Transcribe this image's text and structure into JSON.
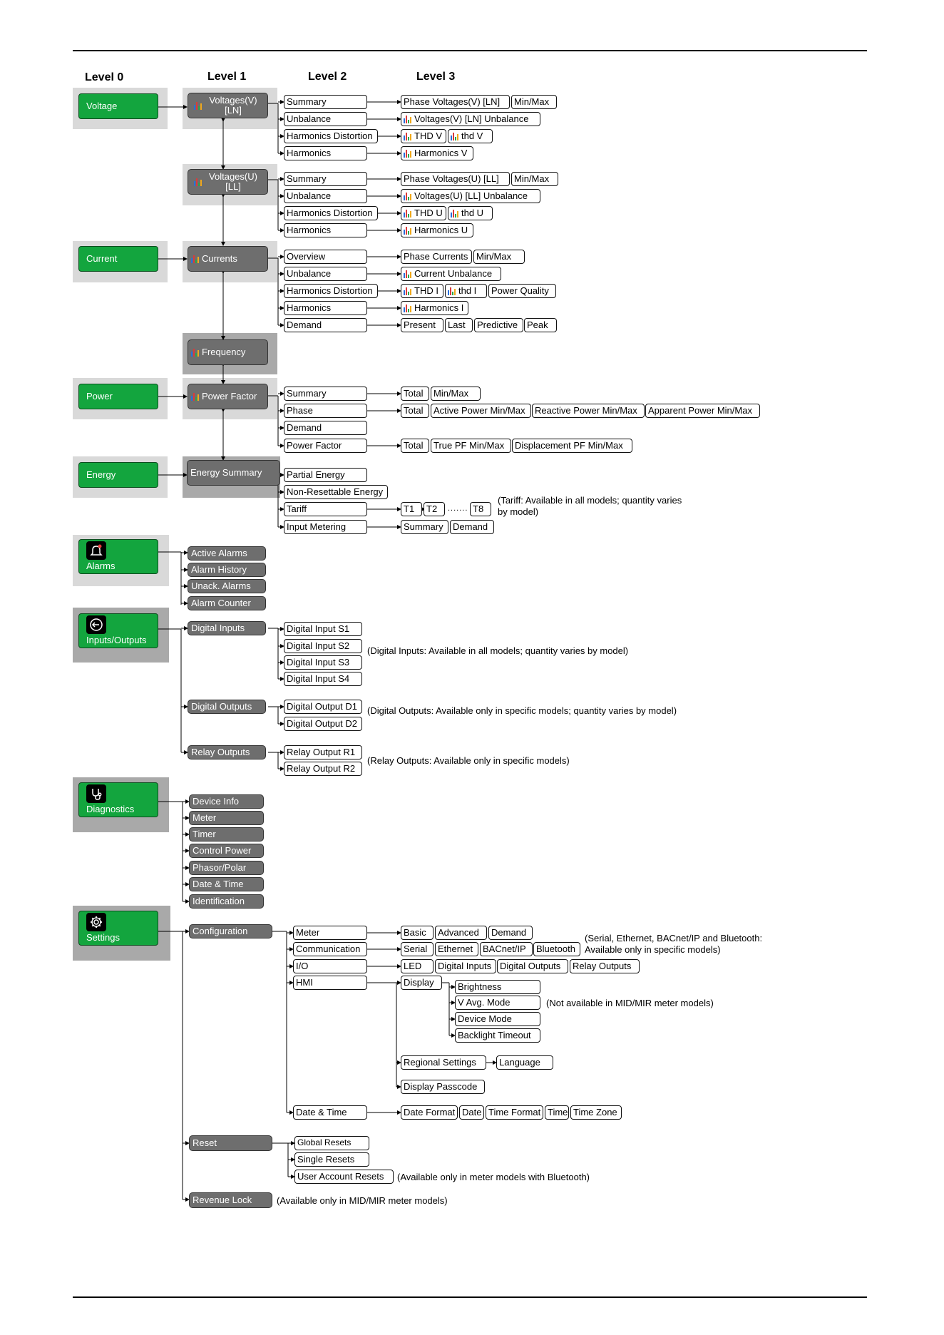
{
  "headers": [
    "Level 0",
    "Level 1",
    "Level 2",
    "Level 3"
  ],
  "level0": {
    "voltage": "Voltage",
    "current": "Current",
    "power": "Power",
    "energy": "Energy",
    "alarms": "Alarms",
    "io": "Inputs/Outputs",
    "diagnostics": "Diagnostics",
    "settings": "Settings"
  },
  "level1": {
    "voltages_ln": "Voltages(V) [LN]",
    "voltages_ll": "Voltages(U) [LL]",
    "currents": "Currents",
    "frequency": "Frequency",
    "power_factor": "Power Factor",
    "energy_summary": "Energy Summary",
    "active_alarms": "Active Alarms",
    "alarm_history": "Alarm History",
    "unack_alarms": "Unack. Alarms",
    "alarm_counter": "Alarm Counter",
    "digital_inputs": "Digital Inputs",
    "digital_outputs": "Digital Outputs",
    "relay_outputs": "Relay Outputs",
    "device_info": "Device Info",
    "meter": "Meter",
    "timer": "Timer",
    "control_power": "Control Power",
    "phasor_polar": "Phasor/Polar",
    "date_time": "Date & Time",
    "identification": "Identification",
    "configuration": "Configuration",
    "reset": "Reset",
    "revenue_lock": "Revenue Lock"
  },
  "level2": {
    "summary": "Summary",
    "unbalance": "Unbalance",
    "harmonics_distortion": "Harmonics Distortion",
    "harmonics": "Harmonics",
    "overview": "Overview",
    "demand": "Demand",
    "phase": "Phase",
    "power_factor": "Power Factor",
    "partial_energy": "Partial Energy",
    "non_resettable_energy": "Non-Resettable Energy",
    "tariff": "Tariff",
    "input_metering": "Input Metering",
    "di_s1": "Digital Input S1",
    "di_s2": "Digital Input S2",
    "di_s3": "Digital Input S3",
    "di_s4": "Digital Input S4",
    "do_d1": "Digital Output D1",
    "do_d2": "Digital Output D2",
    "ro_r1": "Relay Output R1",
    "ro_r2": "Relay Output R2",
    "cfg_meter": "Meter",
    "communication": "Communication",
    "io": "I/O",
    "hmi": "HMI",
    "date_time": "Date & Time",
    "global_resets": "Global Resets",
    "single_resets": "Single Resets",
    "user_account_resets": "User Account Resets"
  },
  "level3": {
    "phase_voltages_ln": "Phase Voltages(V) [LN]",
    "min_max": "Min/Max",
    "voltages_ln_unbalance": "Voltages(V) [LN] Unbalance",
    "thd_v_upper": "THD V",
    "thd_v_lower": "thd V",
    "harmonics_v": "Harmonics V",
    "phase_voltages_ll": "Phase Voltages(U) [LL]",
    "voltages_ll_unbalance": "Voltages(U) [LL] Unbalance",
    "thd_u_upper": "THD U",
    "thd_u_lower": "thd U",
    "harmonics_u": "Harmonics U",
    "phase_currents": "Phase Currents",
    "current_unbalance": "Current Unbalance",
    "thd_i_upper": "THD I",
    "thd_i_lower": "thd I",
    "power_quality": "Power Quality",
    "harmonics_i": "Harmonics I",
    "present": "Present",
    "last": "Last",
    "predictive": "Predictive",
    "peak": "Peak",
    "total": "Total",
    "active_power_minmax": "Active Power Min/Max",
    "reactive_power_minmax": "Reactive Power Min/Max",
    "apparent_power_minmax": "Apparent Power Min/Max",
    "true_pf_minmax": "True PF Min/Max",
    "displacement_pf_minmax": "Displacement PF Min/Max",
    "t1": "T1",
    "t2": "T2",
    "dots": ".......",
    "t8": "T8",
    "summary": "Summary",
    "demand": "Demand",
    "basic": "Basic",
    "advanced": "Advanced",
    "serial": "Serial",
    "ethernet": "Ethernet",
    "bacnet_ip": "BACnet/IP",
    "bluetooth": "Bluetooth",
    "led": "LED",
    "digital_inputs": "Digital Inputs",
    "digital_outputs": "Digital Outputs",
    "relay_outputs": "Relay Outputs",
    "display": "Display",
    "brightness": "Brightness",
    "v_avg_mode": "V Avg. Mode",
    "device_mode": "Device Mode",
    "backlight_timeout": "Backlight Timeout",
    "regional_settings": "Regional Settings",
    "language": "Language",
    "display_passcode": "Display Passcode",
    "date_format": "Date Format",
    "date": "Date",
    "time_format": "Time Format",
    "time": "Time",
    "time_zone": "Time Zone"
  },
  "notes": {
    "tariff": "(Tariff: Available in all models; quantity varies by model)",
    "digital_inputs": "(Digital Inputs: Available in all models; quantity varies by model)",
    "digital_outputs": "(Digital Outputs: Available only in specific models; quantity varies by model)",
    "relay_outputs": "(Relay Outputs: Available only in specific models)",
    "communication": "(Serial, Ethernet, BACnet/IP and Bluetooth: Available only in specific models)",
    "v_avg_mode": "(Not available in MID/MIR meter models)",
    "user_account_resets": "(Available only in meter models with Bluetooth)",
    "revenue_lock": "(Available only in MID/MIR meter models)"
  },
  "icons": {
    "chart": "bar-chart-icon",
    "alarms": "bell-icon",
    "io": "arrow-circle-icon",
    "diagnostics": "stethoscope-icon",
    "settings": "gear-icon"
  },
  "colors": {
    "level0_green": "#13a53e",
    "level1_gray": "#6e6e6e",
    "background_light": "#d9d9d9",
    "background_mid": "#a9a9a9"
  }
}
